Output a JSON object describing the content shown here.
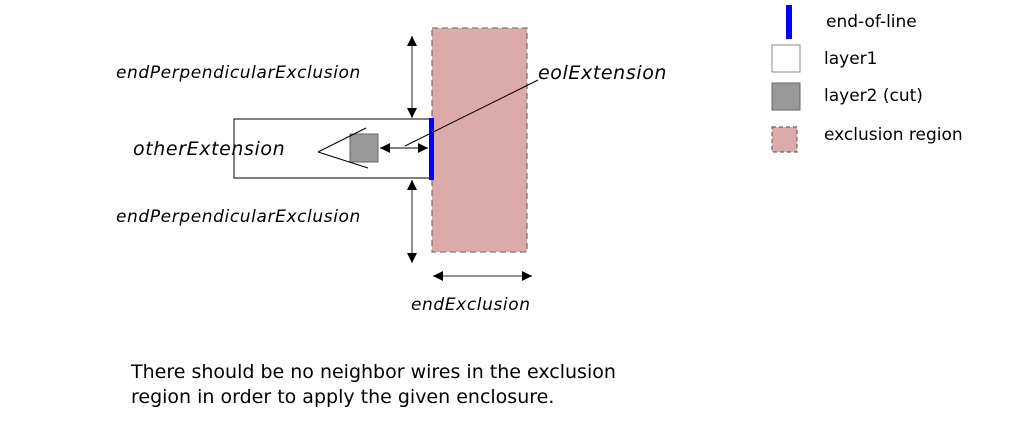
{
  "diagram": {
    "labels": {
      "end_perpendicular_exclusion_top": "endPerpendicularExclusion",
      "end_perpendicular_exclusion_bottom": "endPerpendicularExclusion",
      "eol_extension": "eolExtension",
      "other_extension": "otherExtension",
      "end_exclusion": "endExclusion"
    },
    "colors": {
      "end_of_line": "#0000ff",
      "layer1_fill": "#ffffff",
      "layer2_fill": "#999999",
      "exclusion_fill": "#ddaaaa",
      "exclusion_border": "#777777"
    }
  },
  "legend": {
    "items": [
      {
        "label": "end-of-line"
      },
      {
        "label": "layer1"
      },
      {
        "label": "layer2 (cut)"
      },
      {
        "label": "exclusion region"
      }
    ]
  },
  "note": {
    "line1": "There should be no neighbor wires in the exclusion",
    "line2": "region in order to apply the given enclosure."
  }
}
